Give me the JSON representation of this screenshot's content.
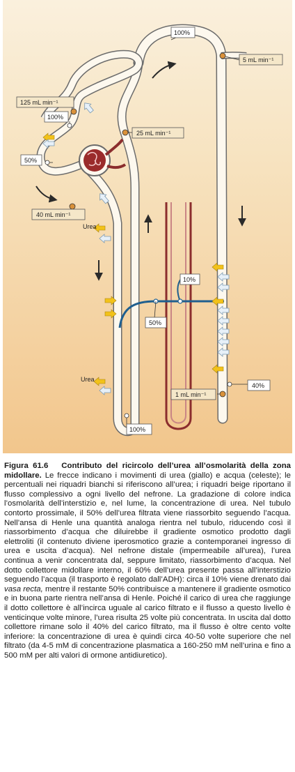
{
  "diagram": {
    "flow_labels": {
      "top_right": "5 mL min⁻¹",
      "left_top": "125 mL min⁻¹",
      "middle": "25 mL min⁻¹",
      "left_bottom": "40 mL min⁻¹",
      "bottom_right": "1 mL min⁻¹"
    },
    "percent_labels": {
      "top": "100%",
      "glomerulus": "100%",
      "proximal": "50%",
      "vasa_recta": "10%",
      "henle": "50%",
      "collector": "40%",
      "bottom": "100%"
    },
    "text_labels": {
      "urea_upper": "Urea",
      "urea_lower": "Urea"
    },
    "colors": {
      "background_gradient_top": "#f9eeda",
      "background_gradient_bottom": "#f3c98f",
      "tubule_fill": "#fdf8ee",
      "tubule_stroke": "#6b6b6b",
      "urea_arrow": "#f2c21a",
      "water_arrow": "#c9dff0",
      "vasa_recta": "#1f5f8f",
      "vessel_red": "#8b2d2d",
      "flow_marker": "#d9913a"
    }
  },
  "caption": {
    "label": "Figura 61.6",
    "title": "Contributo del ricircolo dell’urea all’osmolarità della zona midollare",
    "text_before_italic": "Le frecce indicano i movimenti di urea (giallo) e acqua (celeste); le percentuali nei riquadri bianchi si riferiscono all’urea; i riquadri beige riportano il flusso complessivo a ogni livello del nefrone. La gradazione di colore indica l’osmolarità dell’interstizio e, nel lume, la concentrazione di urea. Nel tubulo contorto prossimale, il 50% dell’urea filtrata viene riassorbito seguendo l’acqua. Nell’ansa di Henle una quantità analoga rientra nel tubulo, riducendo così il riassorbimento d’acqua che diluirebbe il gradiente osmotico prodotto dagli elettroliti (il contenuto diviene iperosmotico grazie a contemporanei ingresso di urea e uscita d’acqua). Nel nefrone distale (impermeabile all’urea), l’urea continua a venir concentrata dal, seppure limitato, riassorbimento d’acqua. Nel dotto collettore midollare interno, il 60% dell’urea presente passa all’interstizio seguendo l’acqua (il trasporto è regolato dall’ADH): circa il 10% viene drenato dai ",
    "italic": "vasa recta,",
    "text_after_italic": " mentre il restante 50% contribuisce a mantenere il gradiente osmotico e in buona parte rientra nell’ansa di Henle. Poiché il carico di urea che raggiunge il dotto collettore è all’incirca uguale al carico filtrato e il flusso a questo livello è venticinque volte minore, l’urea risulta 25 volte più concentrata. In uscita dal dotto collettore rimane solo il 40% del carico filtrato, ma il flusso è oltre cento volte inferiore: la concentrazione di urea è quindi circa 40-50 volte superiore che nel filtrato (da 4-5 mM di concentrazione plasmatica a 160-250 mM nell’urina e fino a 500 mM per alti valori di ormone antidiuretico)."
  }
}
